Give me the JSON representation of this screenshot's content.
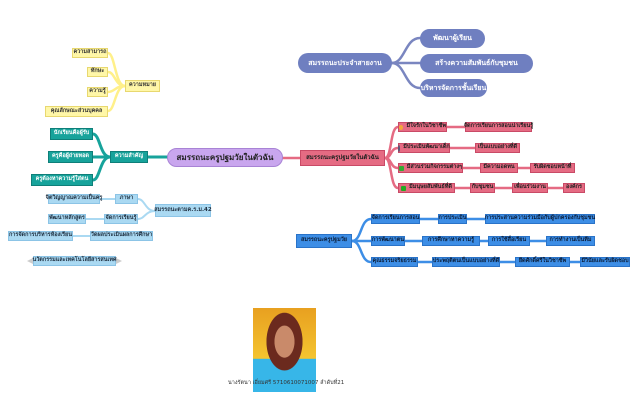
{
  "center": "สมรรถนะครูปฐมวัยในตัวฉัน",
  "meaning": {
    "hub": "ความหมาย",
    "items": [
      "ความสามารถ",
      "ทักษะ",
      "ความรู้",
      "คุณลักษณะส่วนบุคคล"
    ]
  },
  "importance": {
    "hub": "ความสำคัญ",
    "items": [
      "นักเรียนคือผู้รับ",
      "ครูคือผู้ถ่ายทอด",
      "ครูต้องหาความรู้ใส่ตน"
    ]
  },
  "kurusapa": {
    "hub": "สมรรถนะตามค.ร.ม.42",
    "items": [
      "ภาษา",
      "จัดการเรียนรู้",
      "จิตวิญญาณความเป็นครู",
      "พัฒนาหลักสูตร",
      "วัดผลประเมินผลการศึกษา",
      "การจัดการบริหารห้องเรียน"
    ],
    "floating": "นวัตกรรมและเทคโนโลยีสารสนเทศ"
  },
  "work": {
    "hub": "สมรรถนะประจำสายงาน",
    "items": [
      "พัฒนาผู้เรียน",
      "สร้างความสัมพันธ์กับชุมชน",
      "บริหารจัดการชั้นเรียน"
    ]
  },
  "self": {
    "hub": "สมรรถนะครูปฐมวัยในตัวฉัน",
    "rows": [
      [
        "มีใจรักในวิชาชีพ",
        "จัดการเรียนการสอนน่าเรียนรู้"
      ],
      [
        "มีประเมินพัฒนาเด็ก",
        "เป็นแบบอย่างที่ดี"
      ],
      [
        "มีส่วนร่วมกิจกรรมต่างๆ",
        "มีความอดทน",
        "รับผิดชอบหน้าที่"
      ],
      [
        "มีมนุษยสัมพันธ์ที่ดี",
        "กับชุมชน",
        "เพื่อนร่วมงาน",
        "องค์กร"
      ]
    ]
  },
  "early": {
    "hub": "สมรรถนะครูปฐมวัย",
    "rows": [
      [
        "จัดการเรียนการสอน",
        "การประเมิน",
        "การประสานความร่วมมือกับผู้ปกครองกับชุมชน"
      ],
      [
        "การพัฒนาตน",
        "การศึกษาหาความรู้",
        "การใช้สื่อเรียน",
        "การทำงานเป็นทีม"
      ],
      [
        "คุณธรรมจริยธรรม",
        "ประพฤติตนเป็นแบบอย่างที่ดี",
        "ยึดศักดิ์ศรีในวิชาชีพ",
        "มีวินัยและรับผิดชอบ"
      ]
    ]
  },
  "caption": "นางรัตนา เอี่ยมศรี 5710610071007 ลำดับที่21"
}
